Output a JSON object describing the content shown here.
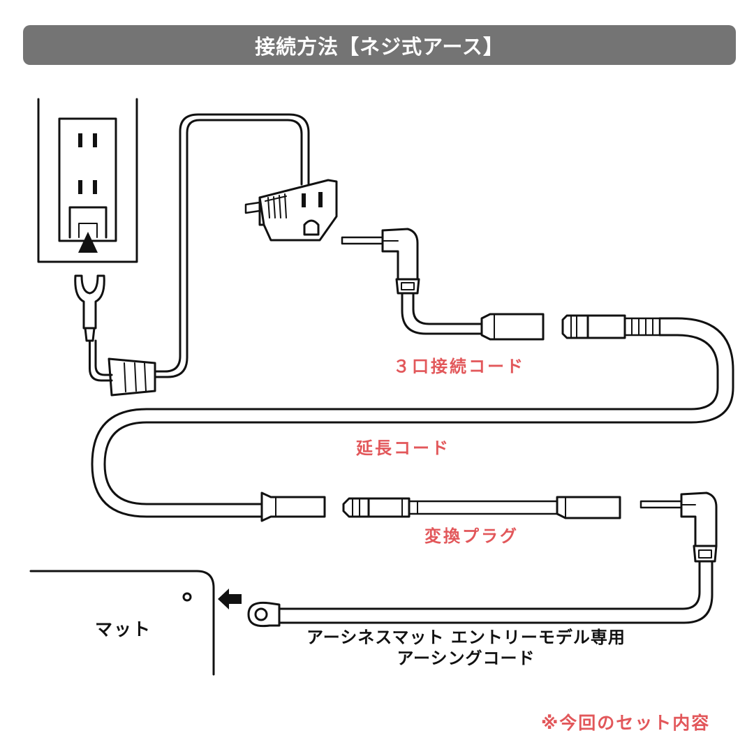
{
  "title": "接続方法【ネジ式アース】",
  "labels": {
    "three_port_cord": "３口接続コード",
    "extension_cord": "延長コード",
    "conversion_plug": "変換プラグ",
    "mat": "マット",
    "earthing_cord_line1": "アーシネスマット エントリーモデル専用",
    "earthing_cord_line2": "アーシングコード",
    "set_contents": "※今回のセット内容"
  },
  "colors": {
    "title_bar": "#747474",
    "title_text": "#ffffff",
    "highlight_label": "#e2575a",
    "line": "#111111"
  },
  "icons": {
    "wall_outlet": "wall-outlet-icon",
    "ground_fork": "ground-fork-terminal-icon",
    "adapter": "three-prong-adapter-icon",
    "ring_terminal": "ring-terminal-icon",
    "arrow": "arrow-icon"
  }
}
